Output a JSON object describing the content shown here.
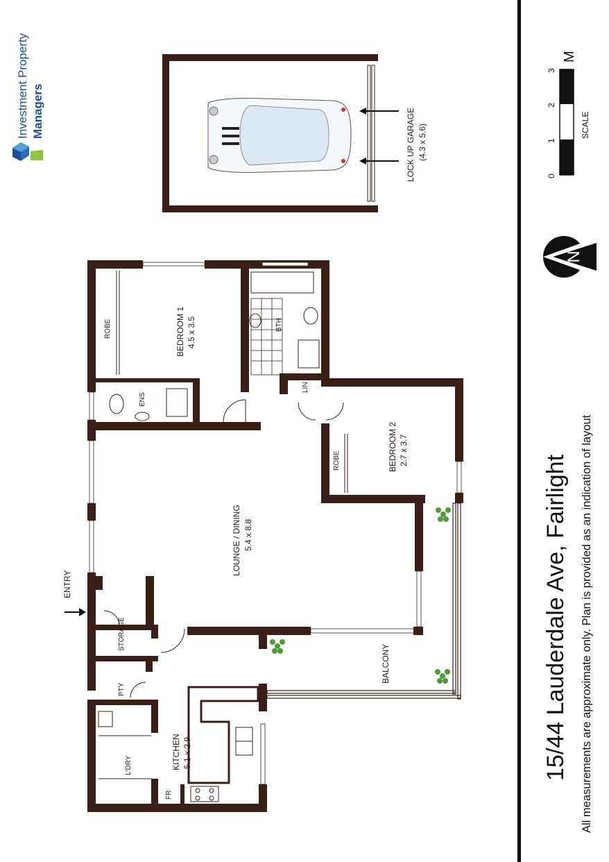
{
  "brand": {
    "line1": "Investment Property",
    "line2": "Managers",
    "colors": {
      "primary": "#1b4f9c",
      "accent": "#8cc63f",
      "light": "#4fa3d9"
    }
  },
  "title": "15/44 Lauderdale Ave, Fairlight",
  "disclaimer": "All measurements are approximate only. Plan is provided as an indication of layout",
  "scale": {
    "label": "SCALE",
    "unit": "M",
    "ticks": [
      "0",
      "1",
      "2",
      "3"
    ]
  },
  "compass": {
    "letter": "N"
  },
  "garage": {
    "name": "LOCK UP GARAGE",
    "size": "(4.3 x 5.6)"
  },
  "rooms": {
    "bedroom1": {
      "name": "BEDROOM 1",
      "size": "4.5 x 3.5"
    },
    "bedroom2": {
      "name": "BEDROOM 2",
      "size": "2.7 x 3.7"
    },
    "lounge": {
      "name": "LOUNGE / DINING",
      "size": "5.4 x 8.8"
    },
    "kitchen": {
      "name": "KITCHEN",
      "size": "5.1 x 2.9"
    },
    "balcony": {
      "name": "BALCONY"
    },
    "robe1": {
      "name": "ROBE"
    },
    "robe2": {
      "name": "ROBE"
    },
    "bath": {
      "name": "BTH"
    },
    "ensuite": {
      "name": "ENS"
    },
    "linen": {
      "name": "LIN"
    },
    "storage": {
      "name": "STORAGE"
    },
    "pantry": {
      "name": "PTY"
    },
    "laundry": {
      "name": "L'DRY"
    },
    "fridge": {
      "name": "FR"
    }
  },
  "entry": {
    "name": "ENTRY"
  },
  "wall_color": "#3a1f16",
  "plant_color": "#4e9a3a"
}
